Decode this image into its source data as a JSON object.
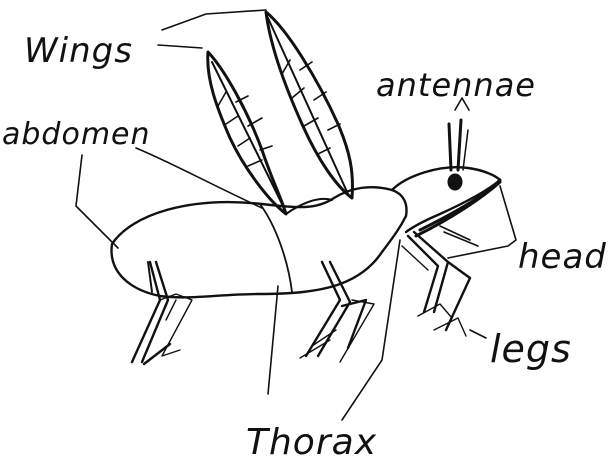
{
  "diagram": {
    "labels": {
      "wings": "Wings",
      "antennae": "antennae",
      "abdomen": "abdomen",
      "head": "head",
      "legs": "legs",
      "thorax": "Thorax"
    },
    "ink_color": "#111111",
    "background_color": "#ffffff"
  }
}
